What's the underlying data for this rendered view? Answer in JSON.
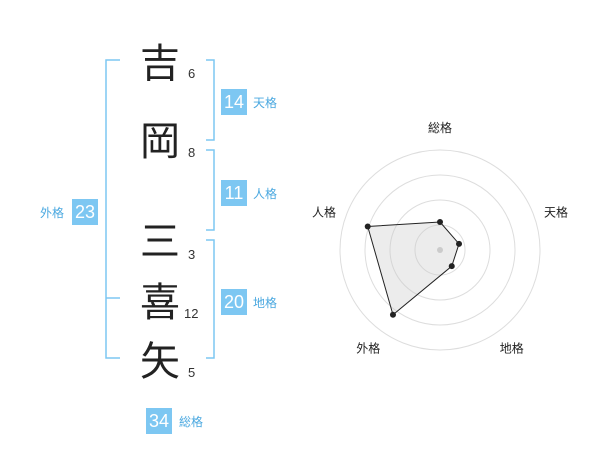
{
  "name": {
    "chars": [
      {
        "kanji": "吉",
        "strokes": "6"
      },
      {
        "kanji": "岡",
        "strokes": "8"
      },
      {
        "kanji": "三",
        "strokes": "3"
      },
      {
        "kanji": "喜",
        "strokes": "12"
      },
      {
        "kanji": "矢",
        "strokes": "5"
      }
    ]
  },
  "kakusu": {
    "tenkaku": {
      "value": "14",
      "label": "天格"
    },
    "jinkaku": {
      "value": "11",
      "label": "人格"
    },
    "chikaku": {
      "value": "20",
      "label": "地格"
    },
    "gaikaku": {
      "value": "23",
      "label": "外格"
    },
    "soukaku": {
      "value": "34",
      "label": "総格"
    }
  },
  "colors": {
    "accent": "#7dc7f2",
    "bracket": "#7dc7f2",
    "text": "#222222"
  },
  "chart_data": {
    "type": "radar",
    "axes": [
      "総格",
      "天格",
      "地格",
      "外格",
      "人格"
    ],
    "max": 5,
    "values": [
      1.4,
      1.0,
      1.0,
      4.0,
      3.8
    ],
    "rings": 4
  }
}
